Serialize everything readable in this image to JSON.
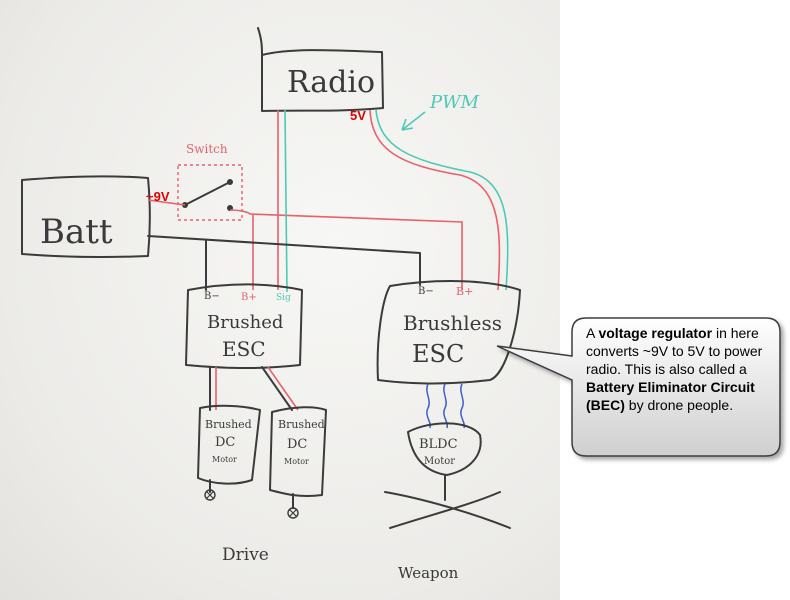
{
  "diagram": {
    "radio_label": "Radio",
    "batt_label": "Batt",
    "switch_label": "Switch",
    "pwm_label": "PWM",
    "v5_label": "5V",
    "v9_label": "~9V",
    "brushed_esc": {
      "line1": "Brushed",
      "line2": "ESC",
      "bminus": "B−",
      "bplus": "B+",
      "sig": "Sig"
    },
    "brushless_esc": {
      "line1": "Brushless",
      "line2": "ESC",
      "bminus": "B−",
      "bplus": "B+"
    },
    "motor_left": {
      "line1": "Brushed",
      "line2": "DC",
      "line3": "Motor"
    },
    "motor_right": {
      "line1": "Brushed",
      "line2": "DC",
      "line3": "Motor"
    },
    "bldc": {
      "line1": "BLDC",
      "line2": "Motor"
    },
    "drive_label": "Drive",
    "weapon_label": "Weapon"
  },
  "callout": {
    "part1": "A ",
    "bold1": "voltage regulator",
    "part2": " in here converts ~9V to 5V to power radio. This is also called a ",
    "bold2": "Battery Eliminator Circuit (BEC)",
    "part3": " by drone people."
  }
}
